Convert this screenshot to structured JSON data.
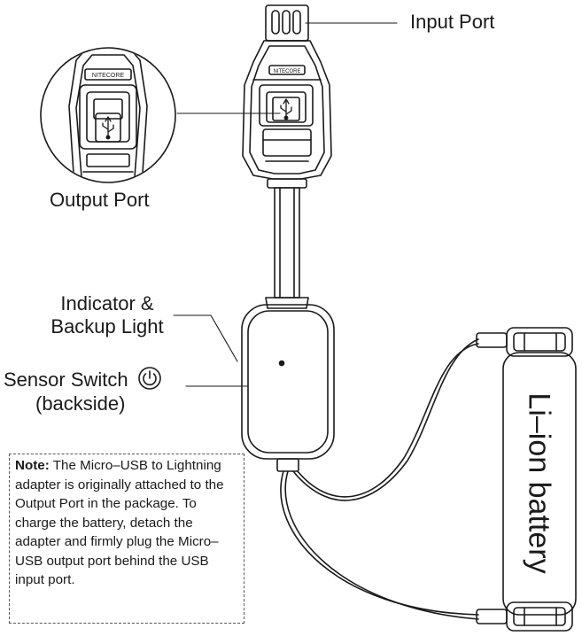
{
  "labels": {
    "input_port": "Input Port",
    "output_port": "Output Port",
    "indicator_line1": "Indicator &",
    "indicator_line2": "Backup Light",
    "sensor_line1": "Sensor Switch",
    "sensor_line2": "(backside)",
    "battery": "Li–ion battery",
    "brand_mark": "NITECORE"
  },
  "note": {
    "heading": "Note:",
    "body": "The Micro–USB to Lightning adapter is originally attached to the Output Port in the package. To charge the battery, detach the adapter and firmly plug the Micro–USB output port behind the USB input port."
  },
  "icons": {
    "usb": "usb-icon",
    "power": "power-icon"
  }
}
